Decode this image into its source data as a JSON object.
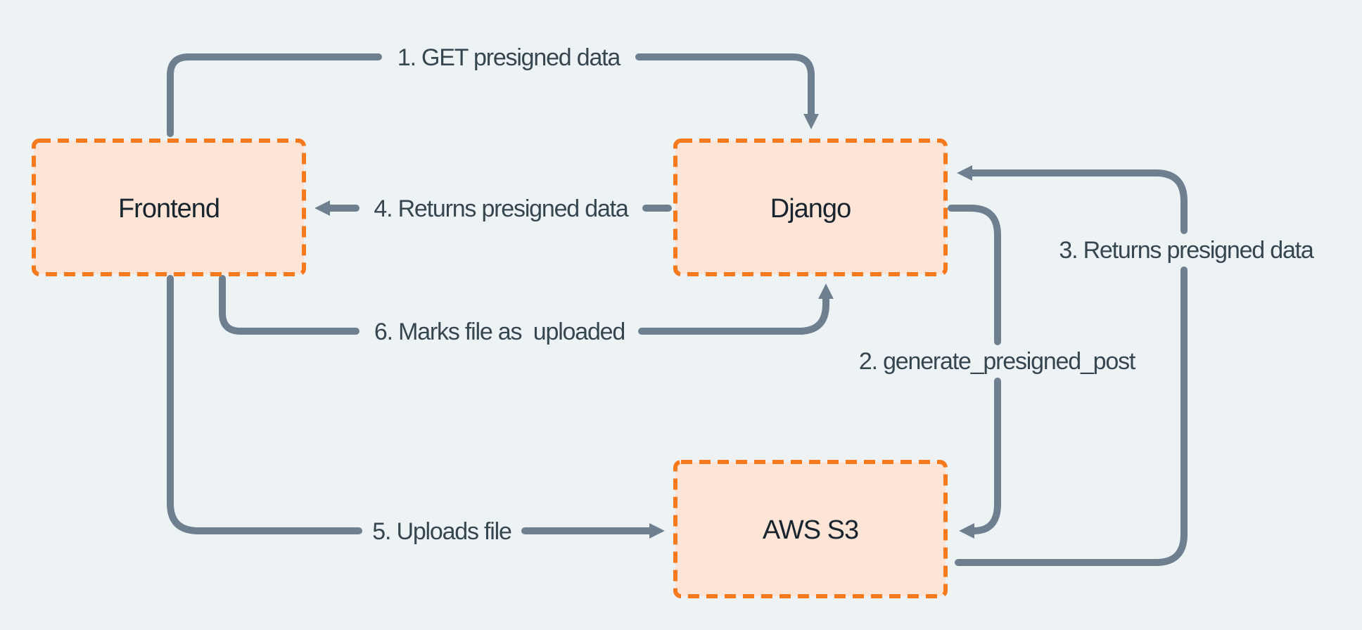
{
  "nodes": {
    "frontend": {
      "label": "Frontend"
    },
    "django": {
      "label": "Django"
    },
    "aws_s3": {
      "label": "AWS S3"
    }
  },
  "arrows": {
    "step1": {
      "label": "1. GET presigned data",
      "from": "Frontend",
      "to": "Django"
    },
    "step2": {
      "label": "2. generate_presigned_post",
      "from": "Django",
      "to": "AWS S3"
    },
    "step3": {
      "label": "3. Returns presigned data",
      "from": "AWS S3",
      "to": "Django"
    },
    "step4": {
      "label": "4. Returns presigned data",
      "from": "Django",
      "to": "Frontend"
    },
    "step5": {
      "label": "5. Uploads file",
      "from": "Frontend",
      "to": "AWS S3"
    },
    "step6": {
      "label": "6. Marks file as  uploaded",
      "from": "Frontend",
      "to": "Django"
    }
  },
  "colors": {
    "background": "#edf2f5",
    "line": "#6e8090",
    "label_text": "#36464f",
    "node_text": "#18242e",
    "box_fill": "#fce4d6",
    "box_border": "#f5791d"
  }
}
